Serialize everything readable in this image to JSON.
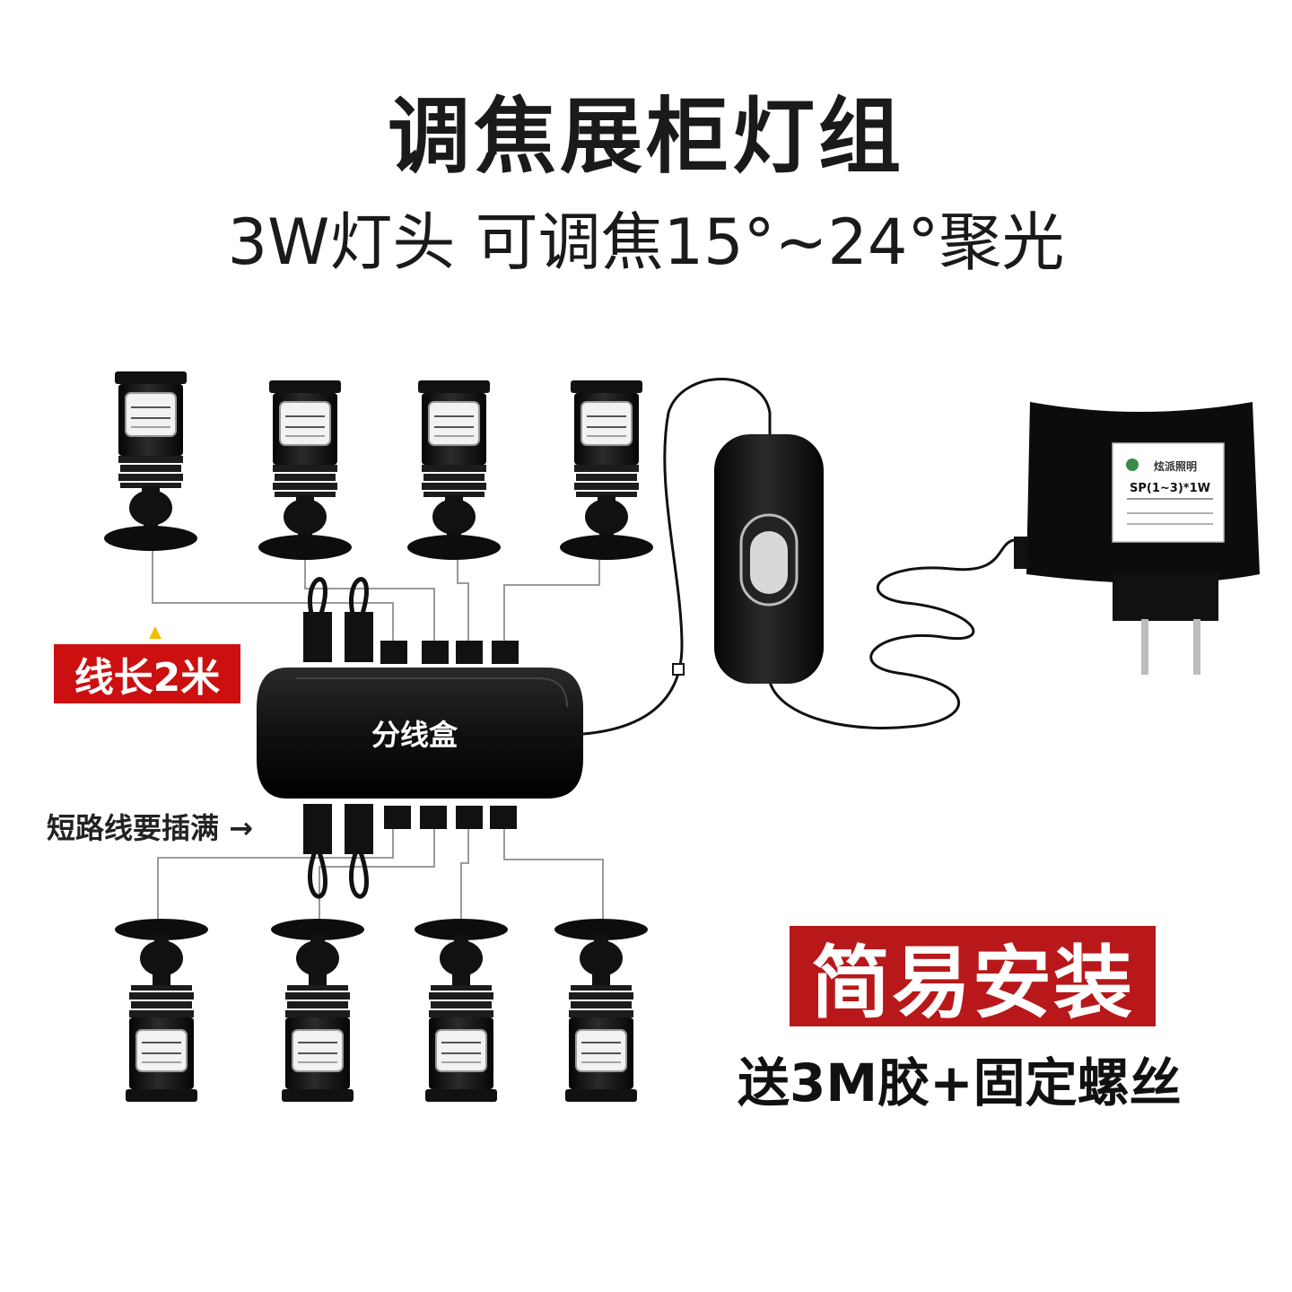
{
  "title": "调焦展柜灯组",
  "subtitle": "3W灯头 可调焦15°~24°聚光",
  "wire_length_label": "线长2米",
  "junction_box_label": "分线盒",
  "shorting_hint": "短路线要插满",
  "shorting_arrow": "→",
  "easy_install_label": "简易安装",
  "gift_label": "送3M胶+固定螺丝",
  "adapter_label": {
    "brand": "炫派照明",
    "model": "SP(1~3)*1W"
  },
  "colors": {
    "red_badge": "#cc0f0f",
    "dark_red_badge": "#b8181a",
    "device_black": "#111111"
  }
}
